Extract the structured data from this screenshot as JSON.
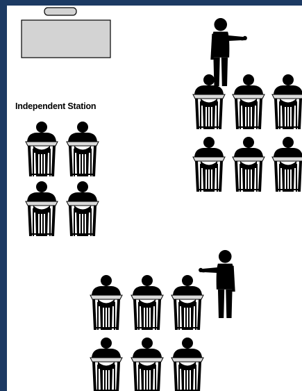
{
  "title": "",
  "labels": {
    "independent_station": "Independent Station"
  },
  "colors": {
    "frame": "#1c3a63",
    "background": "#ffffff",
    "figure": "#000000",
    "desk": "#d9d9d9",
    "teacher_desk": "#d3d3d3"
  },
  "groups": [
    {
      "id": "teacher-desk",
      "kind": "teacher-desk"
    },
    {
      "id": "independent-station",
      "kind": "student-group",
      "students": 4,
      "has_teacher": false
    },
    {
      "id": "teacher-led-group-top",
      "kind": "student-group",
      "students": 6,
      "has_teacher": true
    },
    {
      "id": "teacher-led-group-bottom",
      "kind": "student-group",
      "students": 6,
      "has_teacher": true
    }
  ]
}
